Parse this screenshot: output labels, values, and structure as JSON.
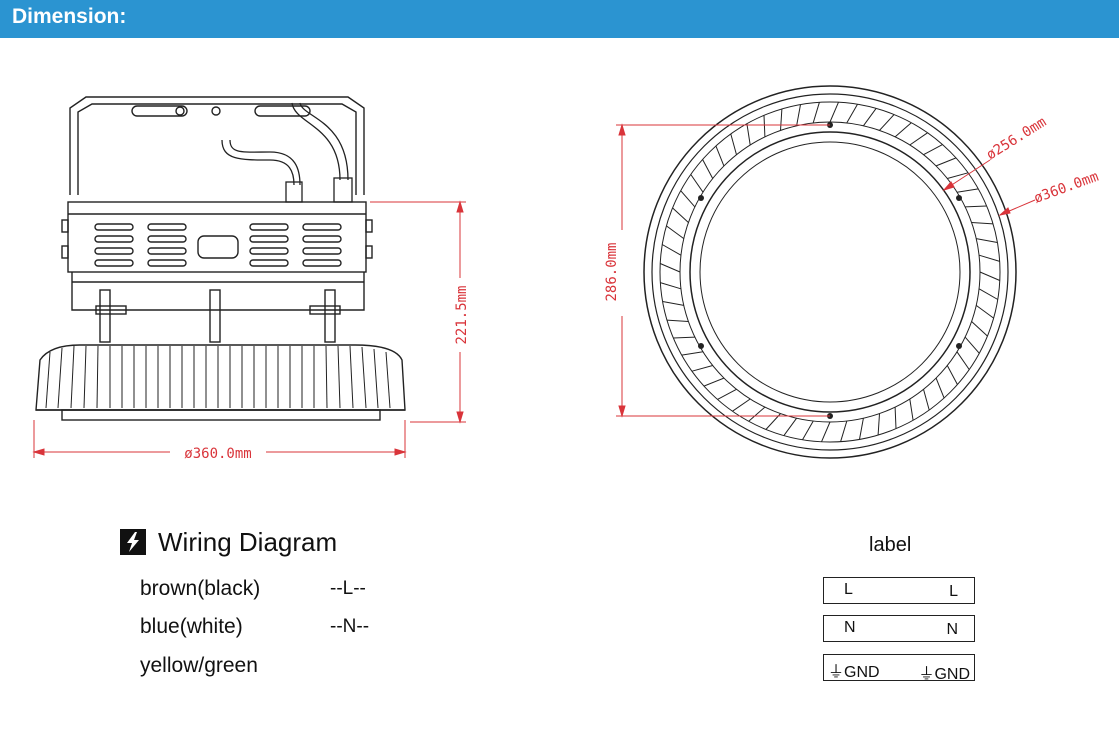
{
  "header": {
    "title": "Dimension:",
    "color": "#2b94d1"
  },
  "dimensions": {
    "side_width": "ø360.0mm",
    "side_height": "221.5mm",
    "front_height": "286.0mm",
    "inner_diameter": "ø256.0mm",
    "outer_diameter": "ø360.0mm",
    "dimension_color": "#d9343a"
  },
  "wiring": {
    "title": "Wiring Diagram",
    "icon": "lightning-bolt-icon",
    "rows": [
      {
        "name": "brown(black)",
        "code": "--L--"
      },
      {
        "name": "blue(white)",
        "code": "--N--"
      },
      {
        "name": "yellow/green",
        "code": ""
      }
    ]
  },
  "label": {
    "heading": "label",
    "rows": [
      {
        "left": "L",
        "right": "L"
      },
      {
        "left": "N",
        "right": "N"
      },
      {
        "left": "⏚GND",
        "right": "⏚GND"
      }
    ]
  }
}
